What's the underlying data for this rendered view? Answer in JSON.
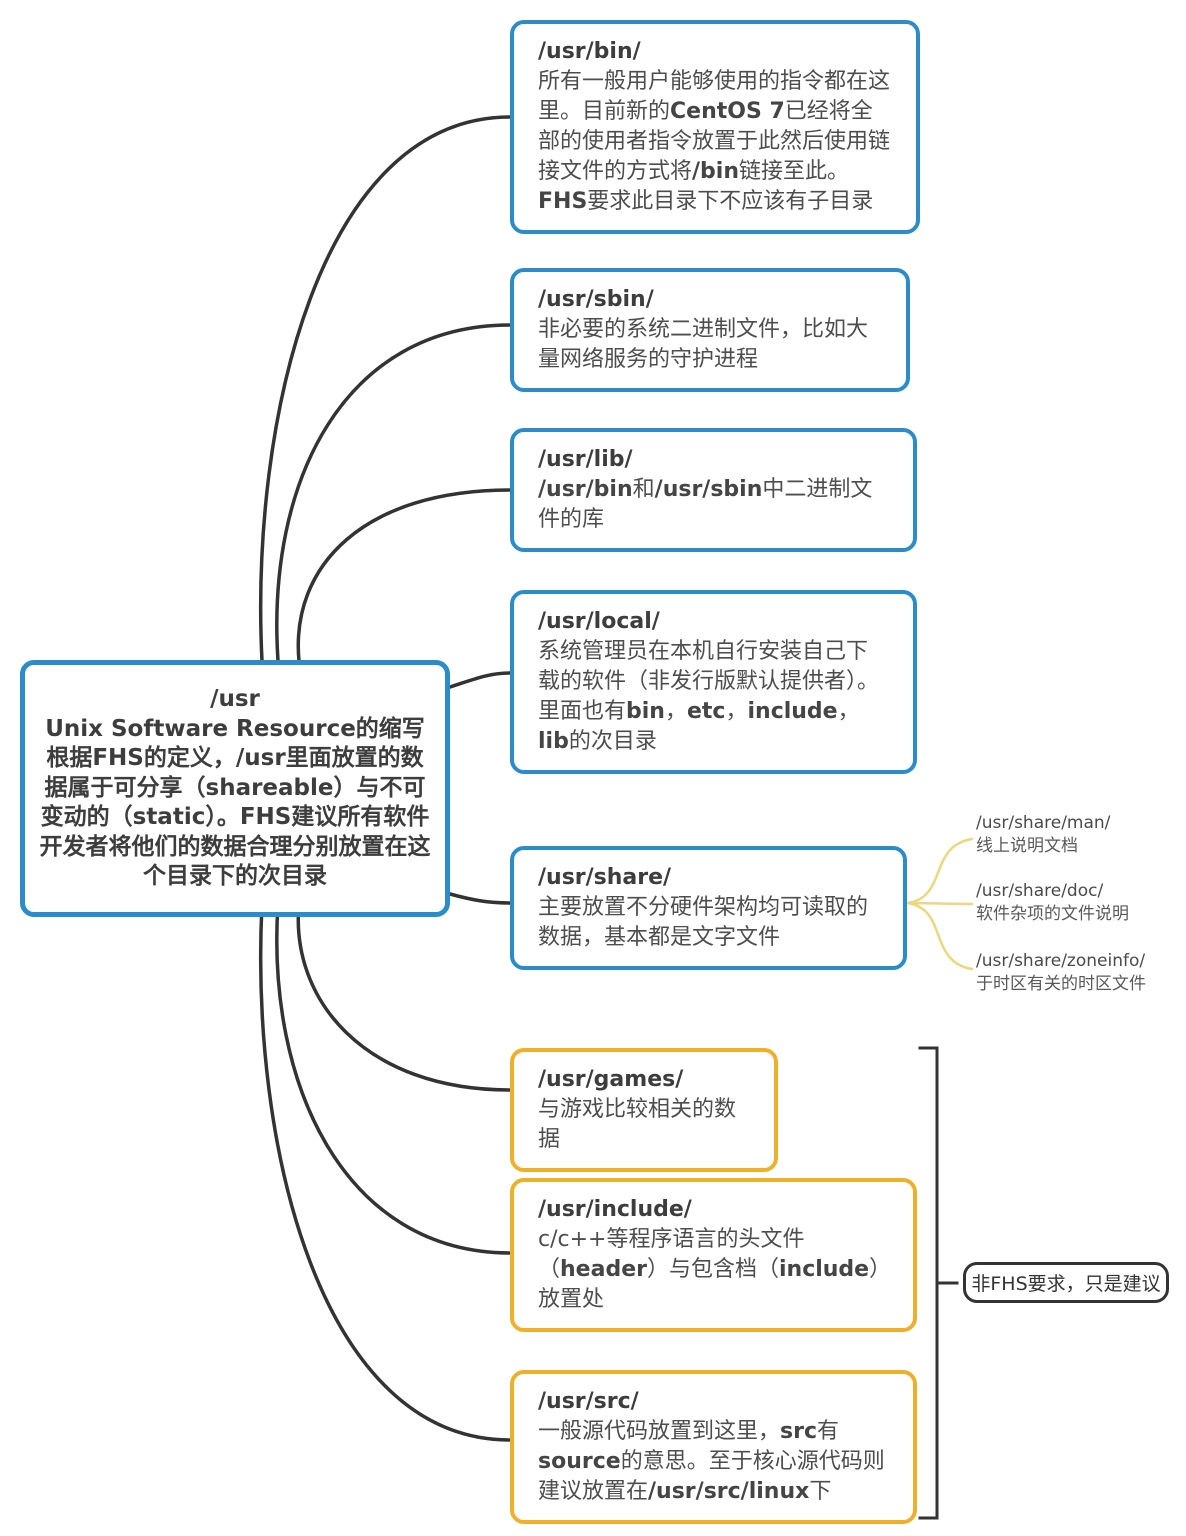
{
  "diagram": {
    "root": {
      "title": "/usr",
      "subtitle": "Unix Software Resource的缩写",
      "description": "根据FHS的定义，/usr里面放置的数据属于可分享（shareable）与不可变动的（static）。FHS建议所有软件开发者将他们的数据合理分别放置在这个目录下的次目录"
    },
    "nodes": [
      {
        "title": "/usr/bin/",
        "color": "blue",
        "body": [
          {
            "t": "所有一般用户能够使用的指令都在这里。目前新的"
          },
          {
            "t": "CentOS 7",
            "b": true
          },
          {
            "t": "已经将全部的使用者指令放置于此然后使用链接文件的方式将"
          },
          {
            "t": "/bin",
            "b": true
          },
          {
            "t": "链接至此。"
          },
          {
            "t": "FHS",
            "b": true
          },
          {
            "t": "要求此目录下不应该有子目录"
          }
        ]
      },
      {
        "title": "/usr/sbin/",
        "color": "blue",
        "body": [
          {
            "t": "非必要的系统二进制文件，比如大量网络服务的守护进程"
          }
        ]
      },
      {
        "title": "/usr/lib/",
        "color": "blue",
        "body": [
          {
            "t": "/usr/bin",
            "b": true
          },
          {
            "t": "和"
          },
          {
            "t": "/usr/sbin",
            "b": true
          },
          {
            "t": "中二进制文件的库"
          }
        ]
      },
      {
        "title": "/usr/local/",
        "color": "blue",
        "body": [
          {
            "t": "系统管理员在本机自行安装自己下载的软件（非发行版默认提供者）。里面也有"
          },
          {
            "t": "bin",
            "b": true
          },
          {
            "t": "，"
          },
          {
            "t": "etc",
            "b": true
          },
          {
            "t": "，"
          },
          {
            "t": "include",
            "b": true
          },
          {
            "t": "，"
          },
          {
            "t": "lib",
            "b": true
          },
          {
            "t": "的次目录"
          }
        ]
      },
      {
        "title": "/usr/share/",
        "color": "blue",
        "body": [
          {
            "t": "主要放置不分硬件架构均可读取的数据，基本都是文字文件"
          }
        ]
      },
      {
        "title": "/usr/games/",
        "color": "yellow",
        "body": [
          {
            "t": "与游戏比较相关的数据"
          }
        ]
      },
      {
        "title": "/usr/include/",
        "color": "yellow",
        "body": [
          {
            "t": "c/c++等程序语言的头文件（"
          },
          {
            "t": "header",
            "b": true
          },
          {
            "t": "）与包含档（"
          },
          {
            "t": "include",
            "b": true
          },
          {
            "t": "）放置处"
          }
        ]
      },
      {
        "title": "/usr/src/",
        "color": "yellow",
        "body": [
          {
            "t": "一般源代码放置到这里，"
          },
          {
            "t": "src",
            "b": true
          },
          {
            "t": "有"
          },
          {
            "t": "source",
            "b": true
          },
          {
            "t": "的意思。至于核心源代码则建议放置在"
          },
          {
            "t": "/usr/src/linux",
            "b": true
          },
          {
            "t": "下"
          }
        ]
      }
    ],
    "share_children": [
      {
        "path": "/usr/share/man/",
        "desc": "线上说明文档"
      },
      {
        "path": "/usr/share/doc/",
        "desc": "软件杂项的文件说明"
      },
      {
        "path": "/usr/share/zoneinfo/",
        "desc": "于时区有关的时区文件"
      }
    ],
    "bracket_label": "非FHS要求，只是建议",
    "colors": {
      "blue_border": "#2b8ccb",
      "yellow_border": "#efb029",
      "soft_yellow_connector": "#edd67c",
      "connector_dark": "#333333"
    }
  }
}
